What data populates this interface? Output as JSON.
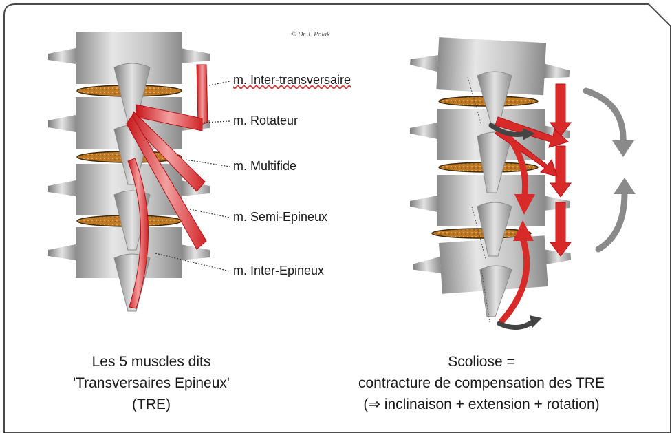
{
  "copyright": "© Dr J. Polak",
  "left_labels": [
    "m. Inter-transversaire",
    "m. Rotateur",
    "m. Multifide",
    "m. Semi-Epineux",
    "m. Inter-Epineux"
  ],
  "left_caption": {
    "line1": "Les 5 muscles dits",
    "line2": "'Transversaires Epineux'",
    "line3": "(TRE)"
  },
  "right_caption": {
    "line1": "Scoliose =",
    "line2": "contracture de compensation des TRE",
    "line3": "(⇒ inclinaison + extension + rotation)"
  },
  "colors": {
    "frame_border": "#4a4a4a",
    "vertebra_gray": "#bdbdbd",
    "muscle_red": "#d92a2a",
    "disc_orange": "#c8892f",
    "arrow_gray": "#888888",
    "rotation_dark": "#444444"
  }
}
